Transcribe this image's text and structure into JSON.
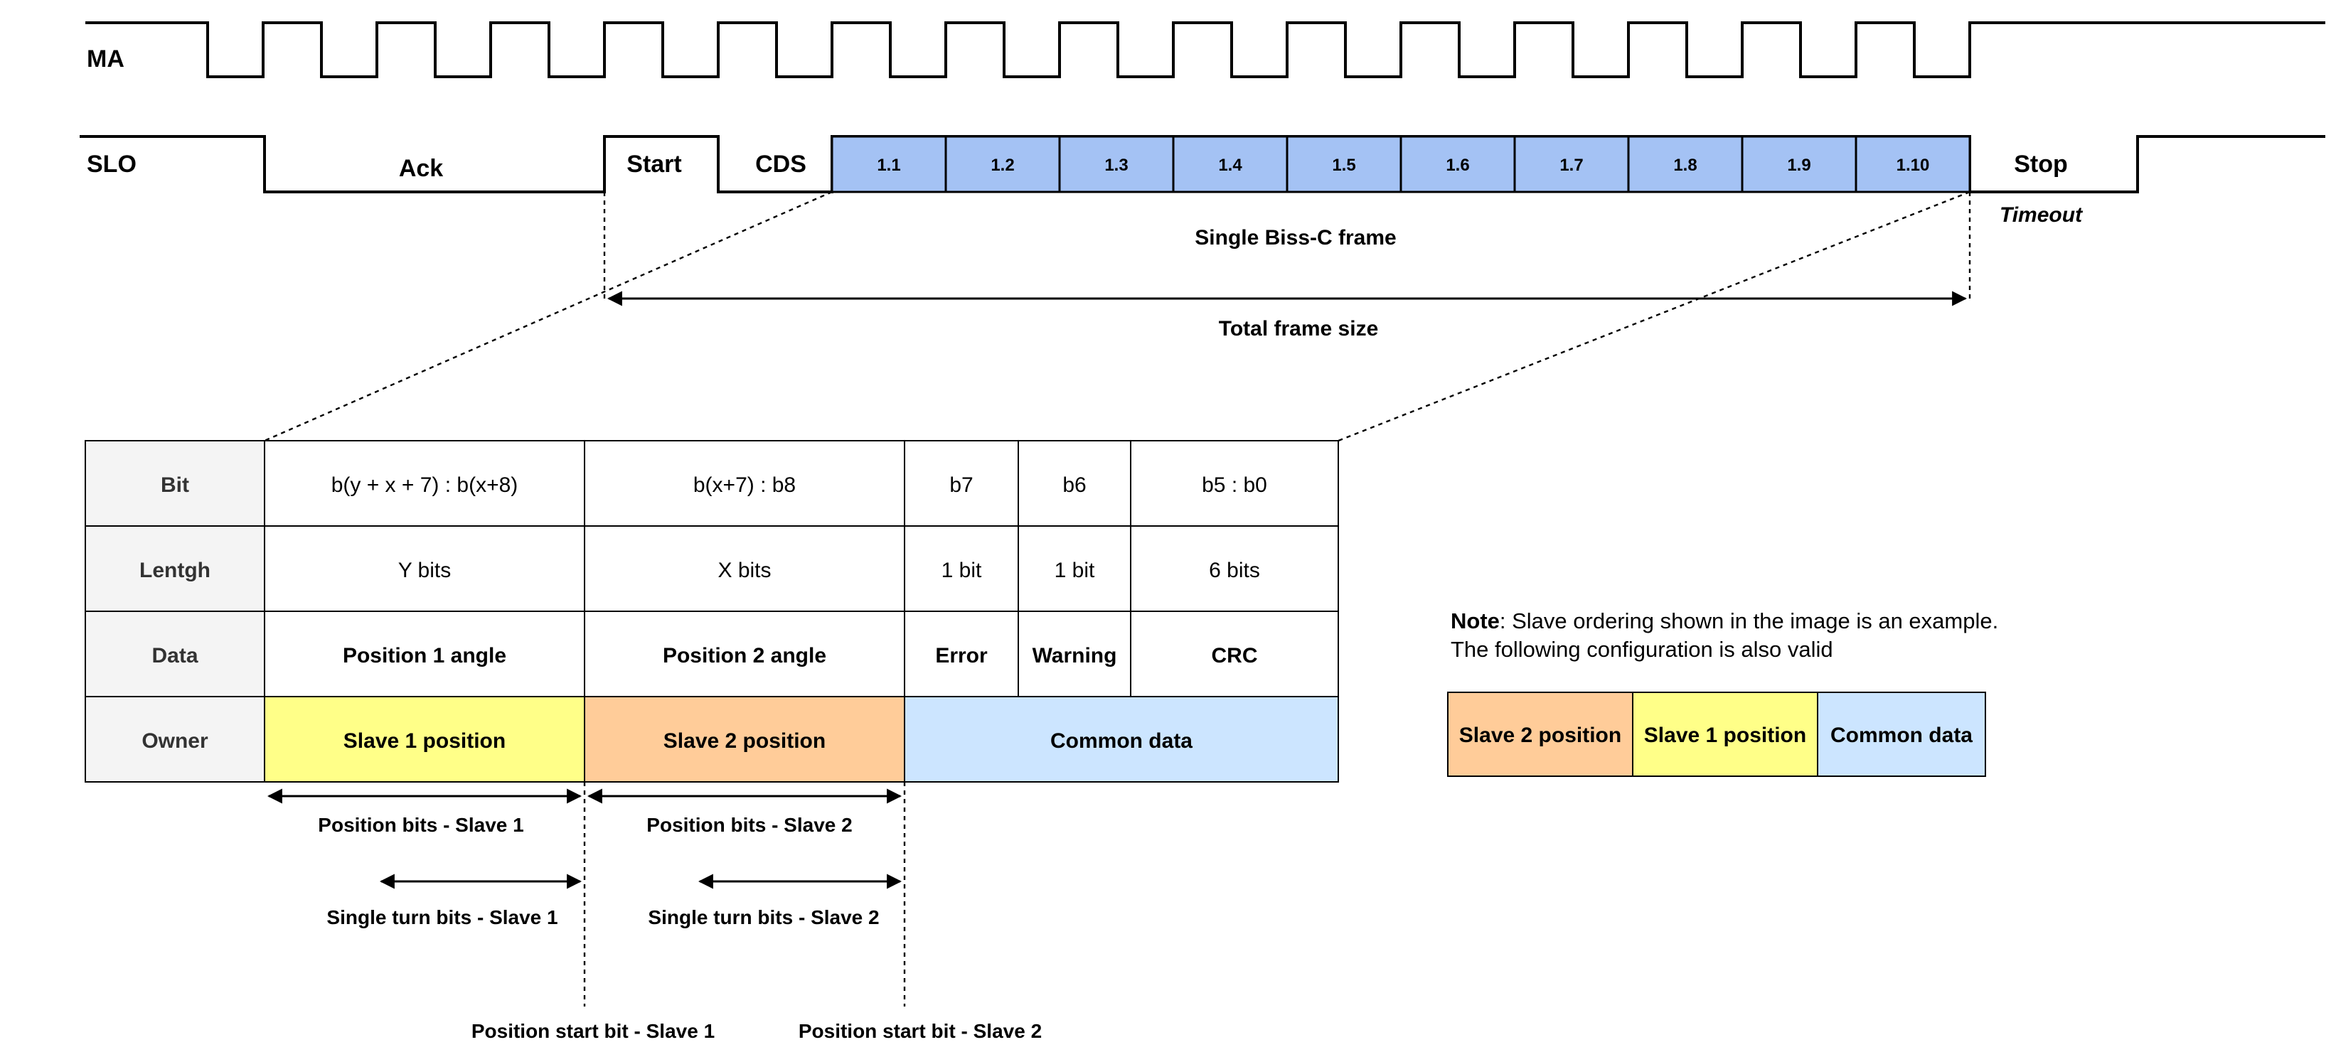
{
  "timing": {
    "ma_label": "MA",
    "slo_label": "SLO",
    "ack_label": "Ack",
    "start_label": "Start",
    "cds_label": "CDS",
    "stop_label": "Stop",
    "timeout_label": "Timeout",
    "data_bits": [
      "1.1",
      "1.2",
      "1.3",
      "1.4",
      "1.5",
      "1.6",
      "1.7",
      "1.8",
      "1.9",
      "1.10"
    ],
    "frame_label": "Single Biss-C frame",
    "total_frame_label": "Total frame size",
    "bit_fill_color": "#a4c2f4"
  },
  "table": {
    "row_headers": [
      "Bit",
      "Lentgh",
      "Data",
      "Owner"
    ],
    "bit_row": [
      "b(y + x + 7) : b(x+8)",
      "b(x+7) : b8",
      "b7",
      "b6",
      "b5 : b0"
    ],
    "length_row": [
      "Y bits",
      "X bits",
      "1 bit",
      "1 bit",
      "6 bits"
    ],
    "data_row": [
      "Position 1 angle",
      "Position 2 angle",
      "Error",
      "Warning",
      "CRC"
    ],
    "owner_row": [
      "Slave 1 position",
      "Slave 2 position",
      "Common data"
    ],
    "colors": {
      "header_fill": "#f4f4f4",
      "slave1": "#ffff88",
      "slave2": "#ffcc99",
      "common": "#cce5ff"
    }
  },
  "annotations": {
    "pos_bits_slave1": "Position bits - Slave 1",
    "pos_bits_slave2": "Position bits - Slave 2",
    "single_turn_slave1": "Single turn bits - Slave 1",
    "single_turn_slave2": "Single turn bits - Slave 2",
    "pos_start_slave1": "Position start bit - Slave 1",
    "pos_start_slave2": "Position start bit - Slave 2"
  },
  "note": {
    "bold": "Note",
    "line1": ": Slave ordering shown in the image is an example.",
    "line2": "The following configuration is also valid",
    "boxes": [
      "Slave 2 position",
      "Slave 1 position",
      "Common data"
    ]
  }
}
